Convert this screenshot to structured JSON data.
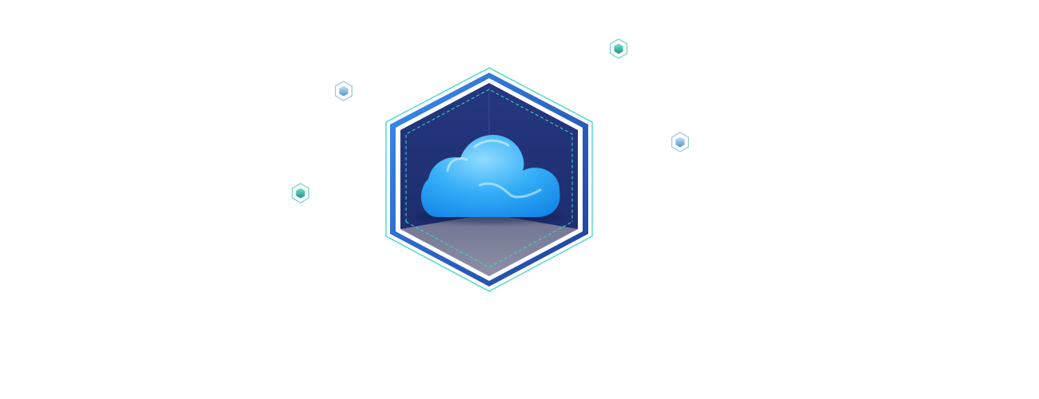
{
  "illustration": {
    "subject": "cloud-in-hexagon-icon",
    "colors": {
      "background": "#ffffff",
      "hex_outer_teal": "#3fd6c3",
      "hex_frame_blue": "#2f6fe0",
      "hex_frame_dark": "#1d3a8f",
      "hex_inner_navy": "#1f2e73",
      "floor_gray": "#7c7f97",
      "dashed_teal": "#33e0c8",
      "cloud_light": "#8fdcff",
      "cloud_mid": "#35aef7",
      "cloud_dark": "#1486e8",
      "node_teal": "#2fb9a8",
      "node_blue": "#7cb8e8",
      "line_teal": "#48c9b4",
      "line_blue": "#8fb7df"
    },
    "nodes": [
      {
        "name": "node-left-upper",
        "style": "blue"
      },
      {
        "name": "node-left-lower",
        "style": "teal"
      },
      {
        "name": "node-right-upper",
        "style": "teal"
      },
      {
        "name": "node-right-lower",
        "style": "blue"
      }
    ]
  }
}
